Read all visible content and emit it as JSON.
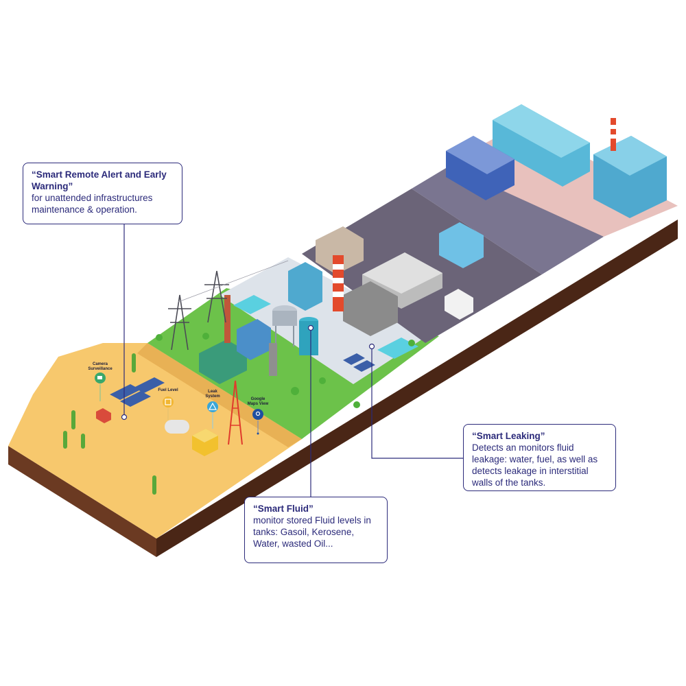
{
  "callouts": {
    "remote_alert": {
      "title": "“Smart Remote Alert and Early Warning”",
      "description": "for unattended infrastructures maintenance & operation."
    },
    "fluid": {
      "title": "“Smart Fluid”",
      "description": "monitor stored Fluid levels in tanks: Gasoil, Kerosene, Water, wasted Oil..."
    },
    "leaking": {
      "title": "“Smart Leaking”",
      "description": "Detects an monitors fluid leakage: water, fuel, as well as detects leakage in interstitial walls of the tanks."
    }
  },
  "pins": {
    "camera": {
      "line1": "Camera",
      "line2": "Surveillance",
      "icon": "camera-icon",
      "color": "#3aa86b"
    },
    "fuel": {
      "line1": "Fuel Level",
      "icon": "fuel-can-icon",
      "color": "#f2b632"
    },
    "leak": {
      "line1": "Leak",
      "line2": "System",
      "icon": "warning-icon",
      "color": "#3aa6d8"
    },
    "maps": {
      "line1": "Google",
      "line2": "Maps View",
      "icon": "map-pin-icon",
      "color": "#1f4fa0"
    }
  },
  "colors": {
    "accent": "#2b2a7a",
    "sand": "#f7c86d",
    "grass": "#6cc24a",
    "asphalt": "#6b6478",
    "soil": "#5a2f1c"
  }
}
